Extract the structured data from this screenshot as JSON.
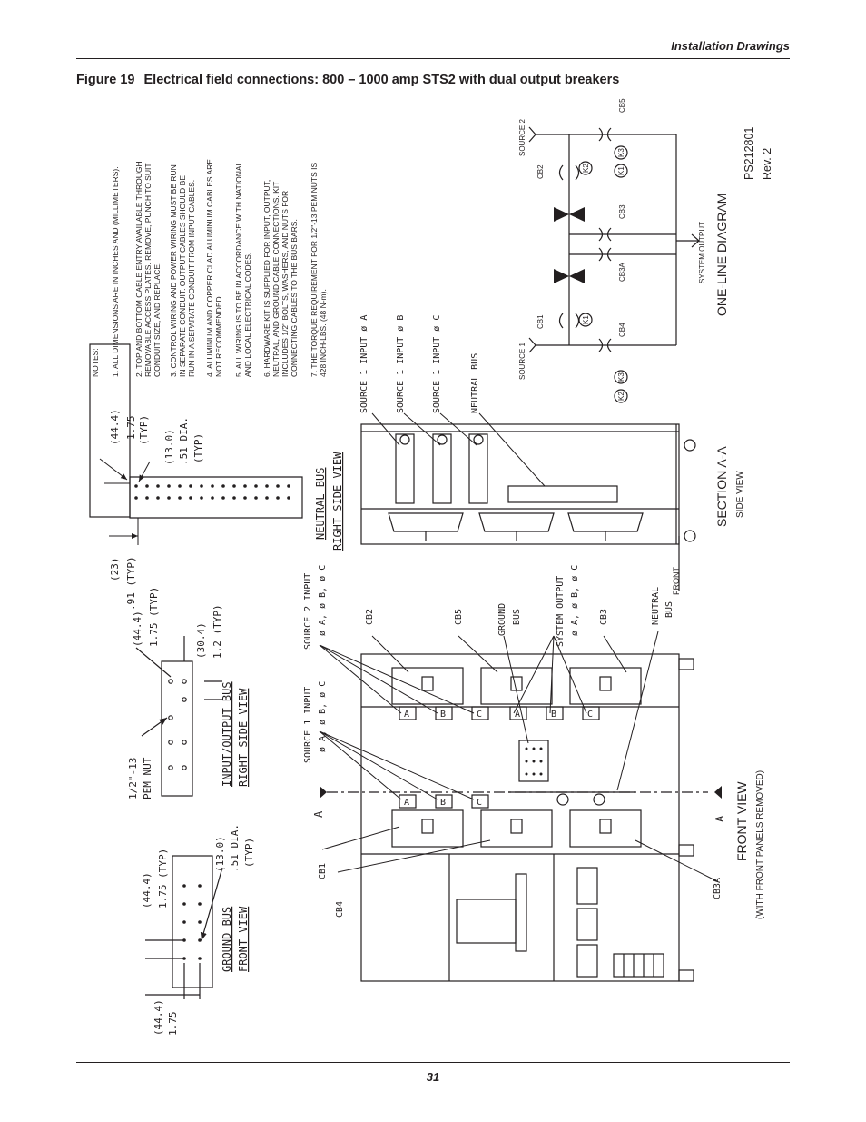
{
  "header": {
    "section": "Installation Drawings",
    "page_number": "31"
  },
  "figure": {
    "label": "Figure 19",
    "title": "Electrical field connections: 800 – 1000 amp STS2 with dual output breakers"
  },
  "notes": {
    "heading": "NOTES:",
    "items": [
      "1. ALL DIMENSIONS ARE IN INCHES AND (MILLIMETERS).",
      [
        "2. TOP AND BOTTOM CABLE ENTRY AVAILABLE THROUGH",
        "REMOVABLE ACCESS PLATES. REMOVE, PUNCH TO SUIT",
        "CONDUIT SIZE, AND REPLACE."
      ],
      [
        "3. CONTROL WIRING AND POWER WIRING MUST BE RUN",
        "IN SEPARATE CONDUIT. OUTPUT CABLES SHOULD BE",
        "RUN IN A SEPARATE CONDUIT FROM INPUT CABLES."
      ],
      [
        "4. ALUMINUM AND COPPER CLAD ALUMINUM CABLES ARE",
        "NOT RECOMMENDED."
      ],
      [
        "5. ALL WIRING IS TO BE IN ACCORDANCE WITH NATIONAL",
        "AND LOCAL ELECTRICAL CODES."
      ],
      [
        "6. HARDWARE KIT IS SUPPLIED FOR INPUT, OUTPUT,",
        "NEUTRAL, AND GROUND CABLE CONNECTIONS. KIT",
        "INCLUDES 1/2\" BOLTS, WASHERS, AND NUTS FOR",
        "CONNECTING CABLES TO THE BUS BARS."
      ],
      [
        "7. THE TORQUE REQUIREMENT FOR 1/2\"-13 PEM NUTS IS",
        "428 INCH-LBS. (48 N-m)."
      ]
    ]
  },
  "one_line": {
    "title": "ONE-LINE DIAGRAM",
    "doc_number": "PS212801",
    "revision": "Rev. 2",
    "source1": "SOURCE 1",
    "source2": "SOURCE 2",
    "system_output": "SYSTEM OUTPUT",
    "cb1": "CB1",
    "cb2": "CB2",
    "cb3": "CB3",
    "cb3a": "CB3A",
    "cb4": "CB4",
    "cb5": "CB5",
    "k1": "K1",
    "k2": "K2",
    "k3": "K3"
  },
  "section_aa": {
    "title": "SECTION A-A",
    "subtitle": "SIDE VIEW",
    "front_label": "FRONT",
    "labels": [
      "SOURCE 1 INPUT ø A",
      "SOURCE 1 INPUT ø B",
      "SOURCE 1 INPUT ø C",
      "NEUTRAL BUS"
    ]
  },
  "neutral_bus": {
    "title_line1": "NEUTRAL BUS",
    "title_line2": "RIGHT SIDE VIEW",
    "dim1_mm": "(23)",
    "dim1_in": ".91 (TYP)",
    "dim2_mm": "(44.4)",
    "dim2_in": "1.75",
    "dim2_typ": "(TYP)",
    "hole_mm": "(13.0)",
    "hole_in": ".51 DIA.",
    "hole_typ": "(TYP)"
  },
  "io_bus": {
    "title_line1": "INPUT/OUTPUT BUS",
    "title_line2": "RIGHT SIDE VIEW",
    "pem_line1": "1/2\"-13",
    "pem_line2": "PEM NUT",
    "dim1_mm": "(44.4)",
    "dim1_in": "1.75 (TYP)",
    "dim2_mm": "(30.4)",
    "dim2_in": "1.2 (TYP)"
  },
  "ground_bus": {
    "title_line1": "GROUND BUS",
    "title_line2": "FRONT VIEW",
    "dim1_mm": "(44.4)",
    "dim1_in": "1.75 (TYP)",
    "dim2_mm": "(44.4)",
    "dim2_in": "1.75",
    "hole_mm": "(13.0)",
    "hole_in": ".51 DIA.",
    "hole_typ": "(TYP)"
  },
  "front_view": {
    "title": "FRONT VIEW",
    "subtitle": "(WITH FRONT PANELS REMOVED)",
    "section_marker": "A",
    "source1_input_line1": "SOURCE 1 INPUT",
    "source1_input_line2": "ø A, ø B, ø C",
    "source2_input_line1": "SOURCE 2 INPUT",
    "source2_input_line2": "ø A, ø B, ø C",
    "system_output_line1": "SYSTEM OUTPUT",
    "system_output_line2": "ø A, ø B, ø C",
    "ground_bus_line1": "GROUND",
    "ground_bus_line2": "BUS",
    "neutral_bus_line1": "NEUTRAL",
    "neutral_bus_line2": "BUS",
    "cb1": "CB1",
    "cb2": "CB2",
    "cb3": "CB3",
    "cb3a": "CB3A",
    "cb4": "CB4",
    "cb5": "CB5",
    "phase_a": "A",
    "phase_b": "B",
    "phase_c": "C"
  }
}
